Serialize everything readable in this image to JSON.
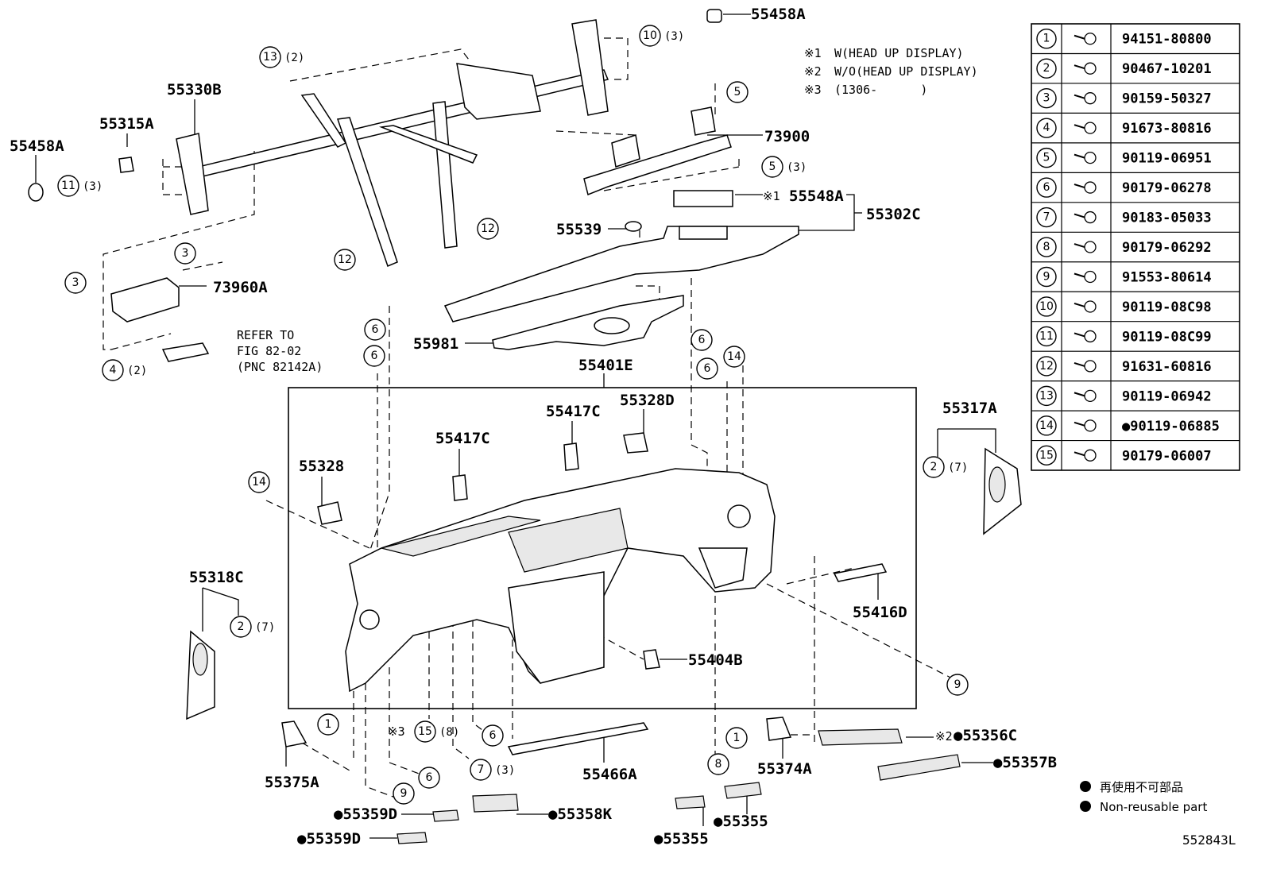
{
  "diagram_id": "552843L",
  "notes": [
    {
      "mark": "※1",
      "text": "W(HEAD UP DISPLAY)"
    },
    {
      "mark": "※2",
      "text": "W/O(HEAD UP DISPLAY)"
    },
    {
      "mark": "※3",
      "text": "(1306-      )"
    }
  ],
  "refer": [
    "REFER TO",
    "FIG 82-02",
    "(PNC 82142A)"
  ],
  "legend": {
    "jp": "再使用不可部品",
    "en": "Non-reusable part"
  },
  "fastener_table": [
    {
      "no": "1",
      "part": "94151-80800"
    },
    {
      "no": "2",
      "part": "90467-10201"
    },
    {
      "no": "3",
      "part": "90159-50327"
    },
    {
      "no": "4",
      "part": "91673-80816"
    },
    {
      "no": "5",
      "part": "90119-06951"
    },
    {
      "no": "6",
      "part": "90179-06278"
    },
    {
      "no": "7",
      "part": "90183-05033"
    },
    {
      "no": "8",
      "part": "90179-06292"
    },
    {
      "no": "9",
      "part": "91553-80614"
    },
    {
      "no": "10",
      "part": "90119-08C98"
    },
    {
      "no": "11",
      "part": "90119-08C99"
    },
    {
      "no": "12",
      "part": "91631-60816"
    },
    {
      "no": "13",
      "part": "90119-06942"
    },
    {
      "no": "14",
      "part": "●90119-06885"
    },
    {
      "no": "15",
      "part": "90179-06007"
    }
  ],
  "labels": {
    "p55458A_top": "55458A",
    "p55458A_left": "55458A",
    "p55330B": "55330B",
    "p55315A": "55315A",
    "p73900": "73900",
    "p55548A": "55548A",
    "mark1": "※1",
    "p55302C": "55302C",
    "p55539": "55539",
    "p73960A": "73960A",
    "p55981": "55981",
    "p55401E": "55401E",
    "p55417C_a": "55417C",
    "p55328D": "55328D",
    "p55417C_b": "55417C",
    "p55328": "55328",
    "p55317A": "55317A",
    "p55318C": "55318C",
    "p55416D": "55416D",
    "p55404B": "55404B",
    "p55375A": "55375A",
    "p55466A": "55466A",
    "p55374A": "55374A",
    "mark2": "※2",
    "p55356C": "●55356C",
    "p55357B": "●55357B",
    "p55359D_a": "●55359D",
    "p55358K": "●55358K",
    "p55359D_b": "●55359D",
    "p55355_a": "●55355",
    "p55355_b": "●55355",
    "mark3": "※3"
  },
  "callouts": {
    "c10": {
      "n": "10",
      "q": "(3)"
    },
    "c13": {
      "n": "13",
      "q": "(2)"
    },
    "c11": {
      "n": "11",
      "q": "(3)"
    },
    "c5a": {
      "n": "5",
      "q": ""
    },
    "c5b": {
      "n": "5",
      "q": "(3)"
    },
    "c12a": {
      "n": "12",
      "q": ""
    },
    "c12b": {
      "n": "12",
      "q": ""
    },
    "c3a": {
      "n": "3",
      "q": ""
    },
    "c3b": {
      "n": "3",
      "q": ""
    },
    "c4": {
      "n": "4",
      "q": "(2)"
    },
    "c6a": {
      "n": "6",
      "q": ""
    },
    "c6b": {
      "n": "6",
      "q": ""
    },
    "c6c": {
      "n": "6",
      "q": ""
    },
    "c6d": {
      "n": "6",
      "q": ""
    },
    "c6e": {
      "n": "6",
      "q": ""
    },
    "c6f": {
      "n": "6",
      "q": ""
    },
    "c14a": {
      "n": "14",
      "q": ""
    },
    "c14b": {
      "n": "14",
      "q": ""
    },
    "c2a": {
      "n": "2",
      "q": "(7)"
    },
    "c2b": {
      "n": "2",
      "q": "(7)"
    },
    "c9a": {
      "n": "9",
      "q": ""
    },
    "c9b": {
      "n": "9",
      "q": ""
    },
    "c1a": {
      "n": "1",
      "q": ""
    },
    "c1b": {
      "n": "1",
      "q": ""
    },
    "c15": {
      "n": "15",
      "q": "(8)"
    },
    "c7": {
      "n": "7",
      "q": "(3)"
    },
    "c8": {
      "n": "8",
      "q": ""
    }
  }
}
